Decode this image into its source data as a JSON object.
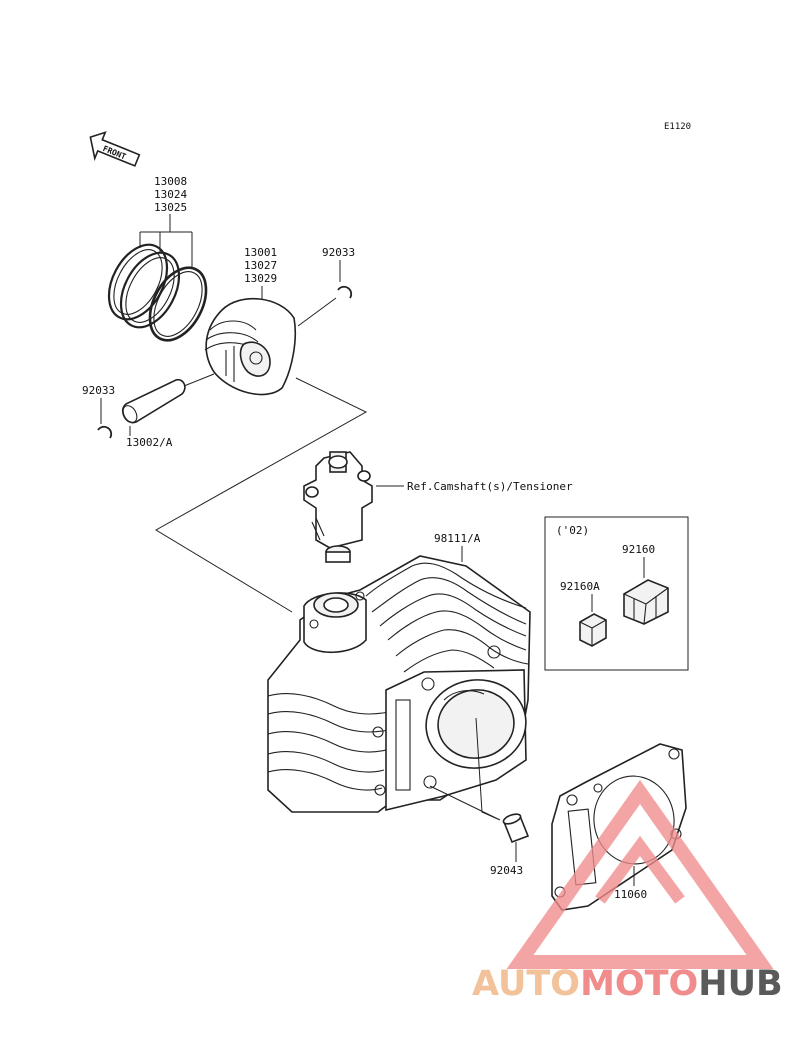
{
  "diagram_code": "E1120",
  "front_label": "FRONT",
  "parts": {
    "ring_set": [
      "13008",
      "13024",
      "13025"
    ],
    "piston": [
      "13001",
      "13027",
      "13029"
    ],
    "clip_right": "92033",
    "clip_left": "92033",
    "piston_pin": "13002/A",
    "tensioner_ref": "Ref.Camshaft(s)/Tensioner",
    "cylinder": "98111/A",
    "dowel": "92043",
    "gasket": "11060"
  },
  "inset": {
    "title": "('02)",
    "part_a": "92160",
    "part_b": "92160A"
  },
  "watermark": {
    "part1": "AUTO",
    "part2": "MOTO",
    "part3": "HUB",
    "color1": "#f2c29a",
    "color2": "#f08c8c",
    "color3": "#5a5a5a"
  }
}
